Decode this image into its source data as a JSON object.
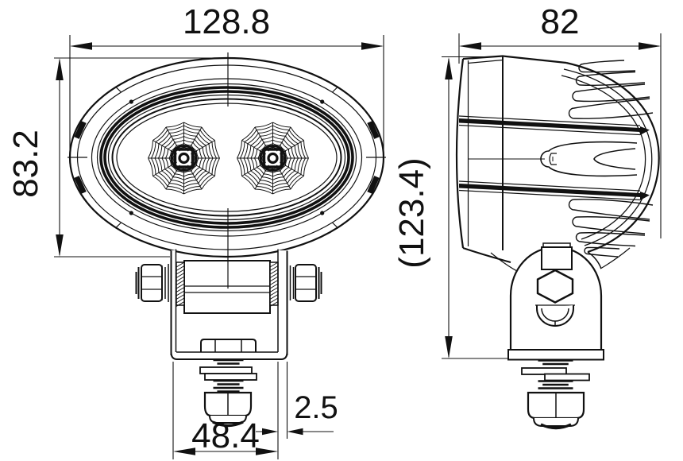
{
  "drawing": {
    "type": "technical-drawing",
    "subject": "oval LED work lamp, front and side orthographic views with bracket mount",
    "colors": {
      "line": "#111111",
      "background": "#ffffff"
    },
    "dimensions": {
      "front_width": "128.8",
      "front_height": "83.2",
      "side_depth": "82",
      "overall_height": "(123.4)",
      "bracket_width": "48.4",
      "bracket_thickness": "2.5"
    }
  }
}
